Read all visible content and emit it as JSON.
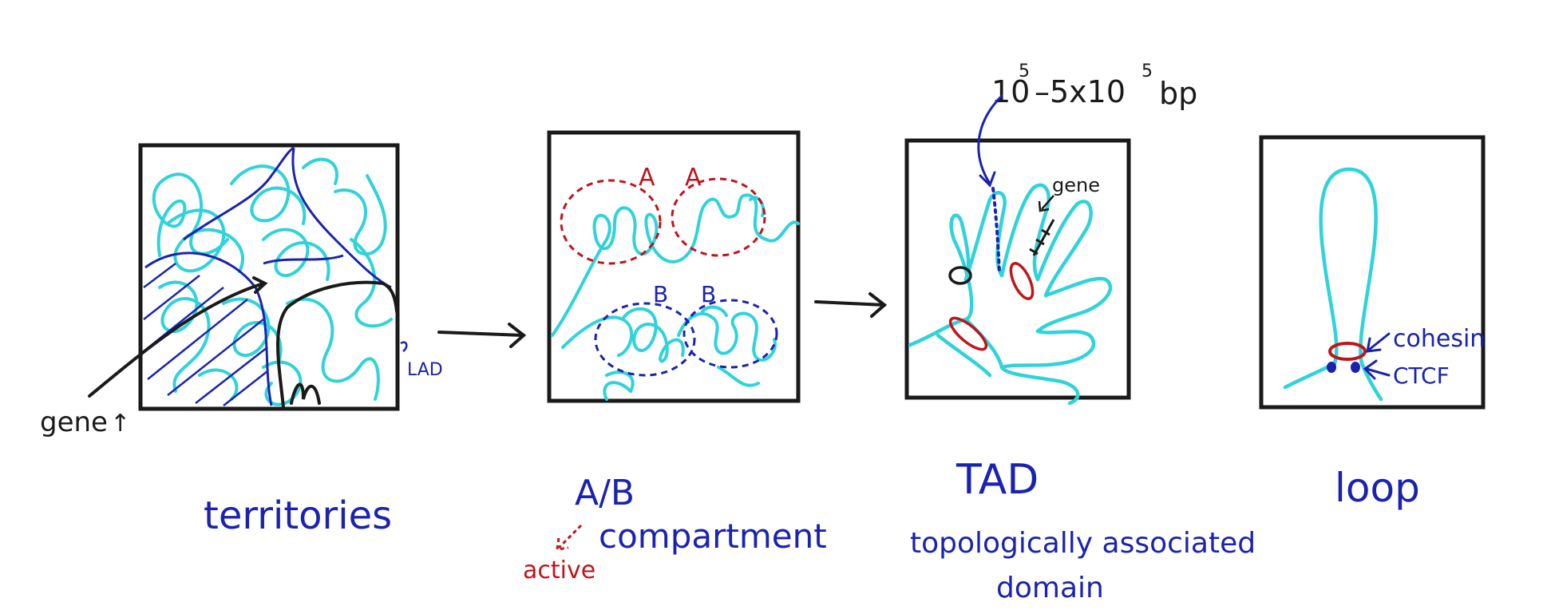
{
  "colors": {
    "ink_black": "#1a1a1a",
    "ink_blue": "#1a23b0",
    "ink_cyan": "#2fd3d9",
    "ink_red": "#c0141a",
    "paper": "#ffffff"
  },
  "panels": [
    {
      "key": "territories",
      "title": "territories",
      "annotations": {
        "gene": "gene",
        "lad": "LAD"
      }
    },
    {
      "key": "compartment",
      "title": "A/B",
      "title_line2": "compartment",
      "annotations": {
        "a1": "A",
        "a2": "A",
        "b1": "B",
        "b2": "B",
        "active": "active"
      }
    },
    {
      "key": "tad",
      "title": "TAD",
      "subtitle_line1": "topologically associated",
      "subtitle_line2": "domain",
      "annotations": {
        "size_base": "10",
        "size_exp1": "5",
        "size_mid": "–5x10",
        "size_exp2": "5",
        "size_unit": "bp",
        "gene": "gene"
      }
    },
    {
      "key": "loop",
      "title": "loop",
      "annotations": {
        "cohesin": "cohesin",
        "ctcf": "CTCF"
      }
    }
  ]
}
